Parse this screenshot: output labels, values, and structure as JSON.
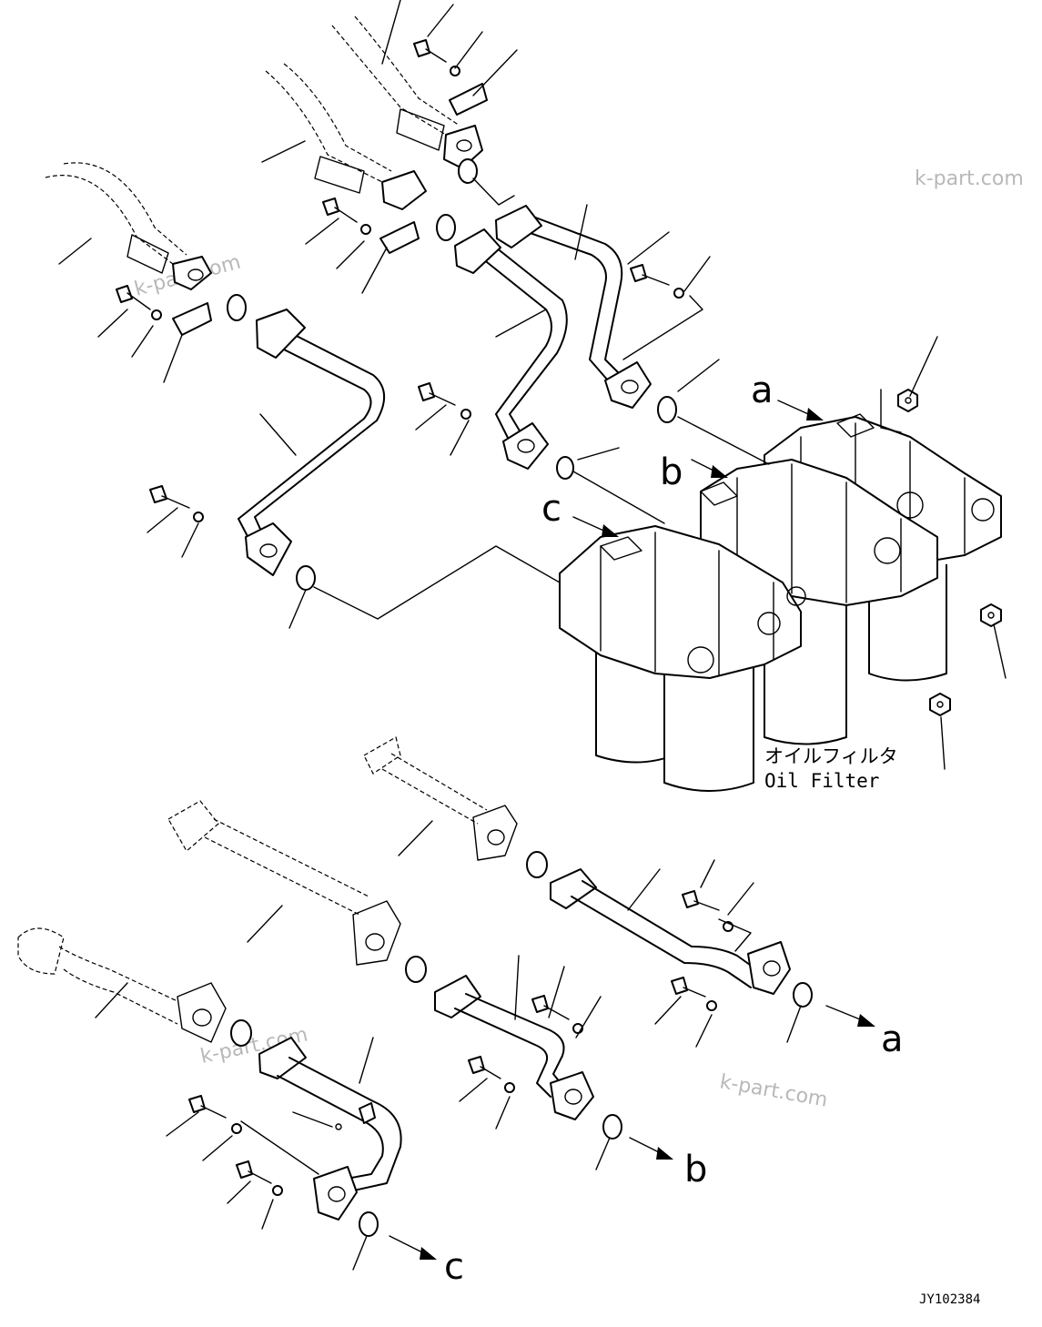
{
  "labels": {
    "a": "a",
    "b": "b",
    "c": "c"
  },
  "filter_label": {
    "japanese": "オイルフィルタ",
    "english": "Oil Filter"
  },
  "watermark": "k-part.com",
  "drawing_code": "JY102384"
}
